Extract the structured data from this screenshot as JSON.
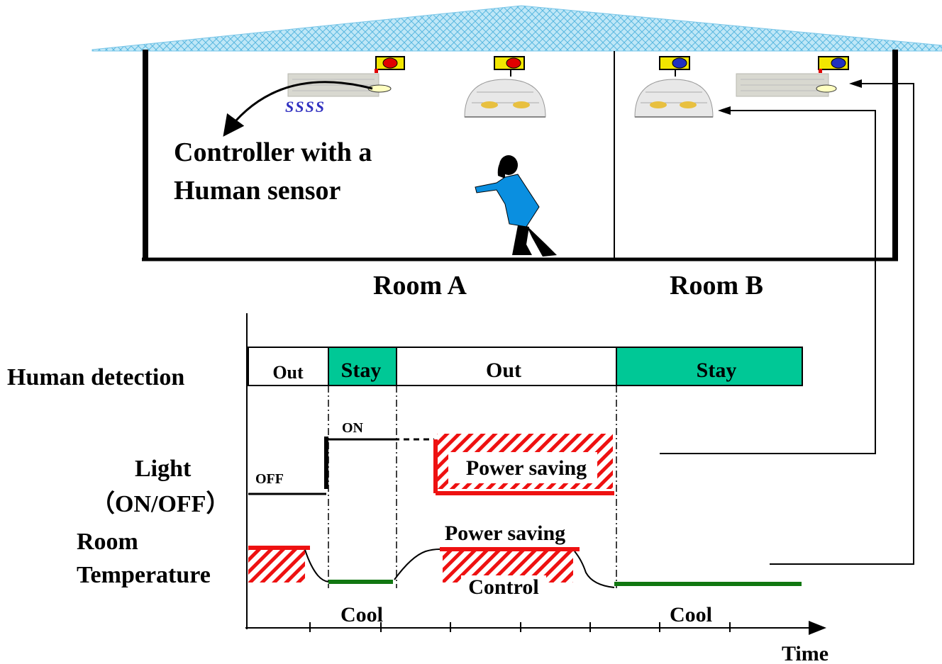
{
  "rooms": {
    "room_a": "Room A",
    "room_b": "Room B"
  },
  "labels": {
    "controller_line1": "Controller with a",
    "controller_line2": "Human sensor",
    "human_detection": "Human detection",
    "light_line1": "Light",
    "light_line2": "（ON/OFF）",
    "room_line1": "Room",
    "room_line2": "Temperature",
    "time": "Time"
  },
  "detection": [
    {
      "label": "Out",
      "state": "out"
    },
    {
      "label": "Stay",
      "state": "stay"
    },
    {
      "label": "Out",
      "state": "out"
    },
    {
      "label": "Stay",
      "state": "stay"
    }
  ],
  "light": {
    "off_label": "OFF",
    "on_label": "ON",
    "saving_label": "Power saving"
  },
  "temperature": {
    "saving_label": "Power saving",
    "control_label": "Control",
    "cool_label_1": "Cool",
    "cool_label_2": "Cool"
  },
  "heater_symbol": "SSSS",
  "colors": {
    "stay_fill": "#00c896",
    "saving_red": "#ee1111",
    "cool_green": "#117711",
    "roof_blue": "#8fd3f0",
    "figure_blue": "#0a8fe0",
    "sensor_yellow": "#f2e600",
    "sensor_red": "#e00000",
    "sensor_blue": "#2030c0"
  }
}
